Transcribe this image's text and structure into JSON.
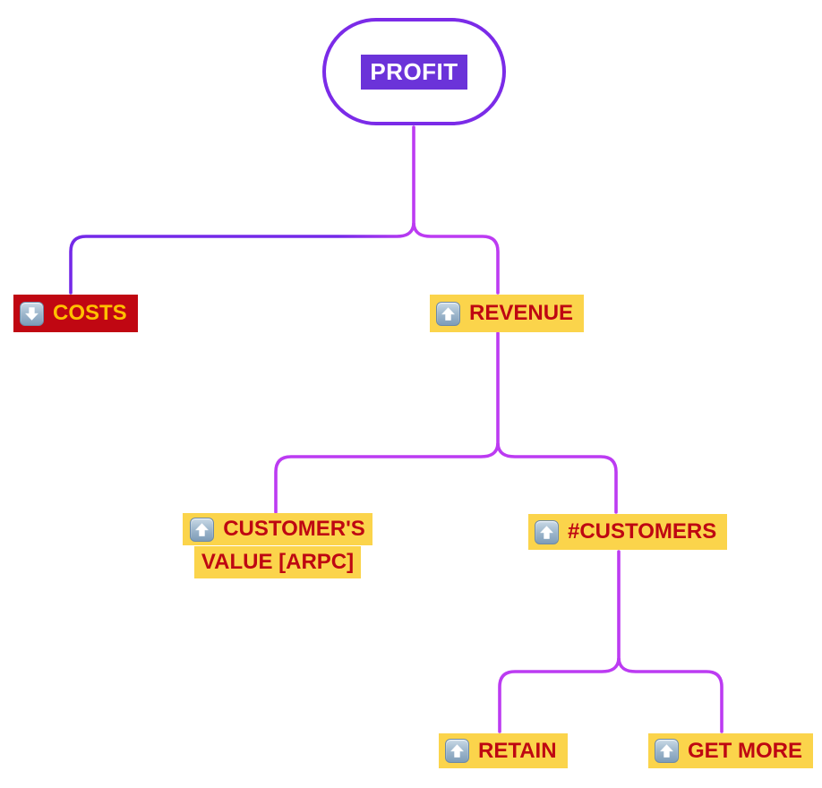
{
  "diagram": {
    "type": "mind-map",
    "title_topic": "PROFIT",
    "hierarchy": {
      "PROFIT": {
        "COSTS": {},
        "REVENUE": {
          "CUSTOMER'S VALUE [ARPC]": {},
          "#CUSTOMERS": {
            "RETAIN": {},
            "GET MORE": {}
          }
        }
      }
    }
  },
  "nodes": {
    "profit": {
      "label": "PROFIT",
      "icon": "none"
    },
    "costs": {
      "label": "COSTS",
      "icon": "down-arrow-button"
    },
    "revenue": {
      "label": "REVENUE",
      "icon": "up-arrow-button"
    },
    "customer_value": {
      "line1": "CUSTOMER'S",
      "line2": "VALUE [ARPC]",
      "icon": "up-arrow-button"
    },
    "customers": {
      "label": "#CUSTOMERS",
      "icon": "up-arrow-button"
    },
    "retain": {
      "label": "RETAIN",
      "icon": "up-arrow-button"
    },
    "get_more": {
      "label": "GET MORE",
      "icon": "up-arrow-button"
    }
  },
  "colors": {
    "root_fill": "#6B33D9",
    "root_text": "#FFFFFF",
    "root_border": "#7B2BE8",
    "branch_violet": "#7429E8",
    "branch_magenta": "#BC3BF2",
    "negative_bg": "#C00712",
    "negative_text": "#FFC000",
    "positive_bg": "#FBD44B",
    "positive_text": "#BE0712",
    "marker_face": "#7E9CB8",
    "marker_arrow": "#FFFFFF"
  }
}
